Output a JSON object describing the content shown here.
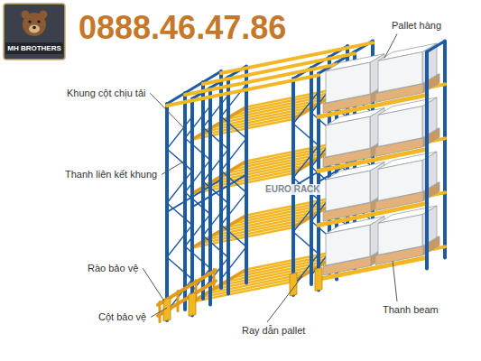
{
  "diagram": {
    "labels": [
      "0888.46.47.86",
      "MH BROTHERS",
      "Khung cột chịu tải",
      "Thanh liên kết khung",
      "Rào bảo vệ",
      "Cột bảo vệ",
      "Ray dẫn pallet",
      "Thanh beam",
      "Pallet hàng",
      "EURO RACK"
    ]
  }
}
